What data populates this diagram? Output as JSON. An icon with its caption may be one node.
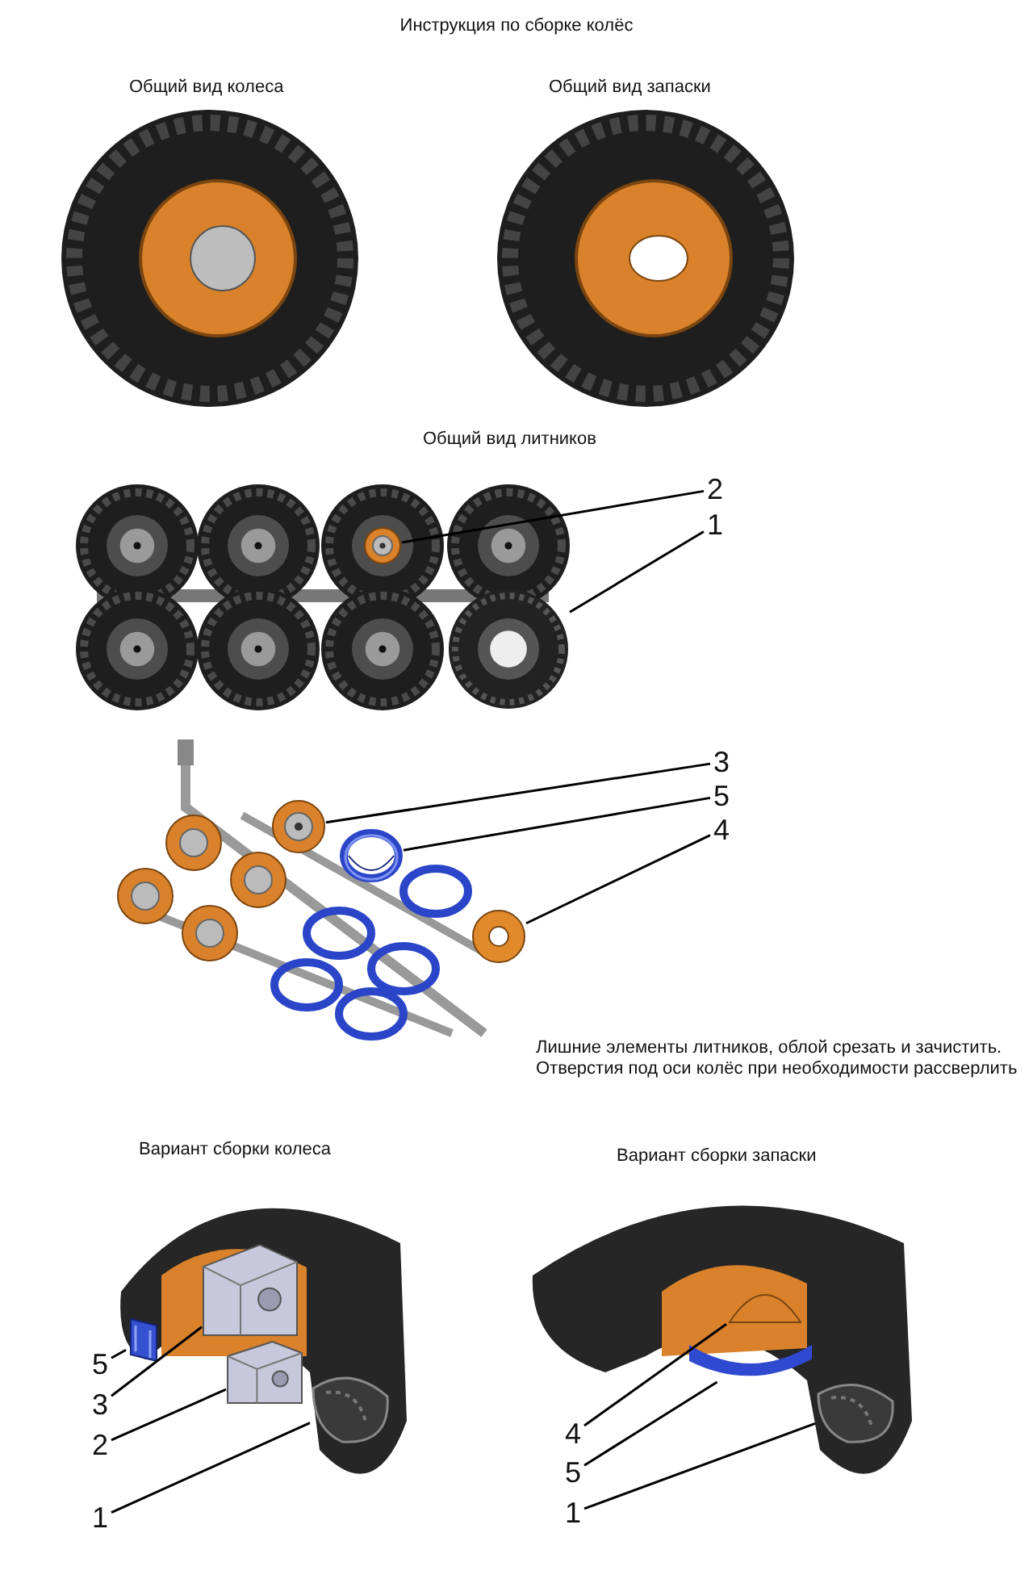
{
  "diagram": {
    "title": "Инструкция по сборке колёс",
    "nodes": [
      {
        "text": [
          "2"
        ]
      },
      {
        "text": [
          "1"
        ]
      },
      {
        "text": [],
        "shape": "picture"
      },
      {
        "text": [],
        "shape": "picture"
      },
      {
        "text": [
          "3"
        ]
      },
      {
        "text": [
          "5"
        ]
      },
      {
        "text": [
          "4"
        ]
      },
      {
        "text": [],
        "shape": "picture"
      },
      {
        "text": [],
        "shape": "picture"
      },
      {
        "text": [],
        "shape": "picture"
      },
      {
        "text": [
          "5"
        ]
      },
      {
        "text": [
          "3"
        ]
      },
      {
        "text": [
          "2"
        ]
      },
      {
        "text": [
          "1"
        ]
      },
      {
        "text": [],
        "shape": "picture"
      },
      {
        "text": [],
        "shape": "picture"
      },
      {
        "text": [],
        "shape": "picture"
      },
      {
        "text": [],
        "shape": "picture"
      },
      {
        "text": [
          "4"
        ]
      },
      {
        "text": [
          "5"
        ]
      },
      {
        "text": [
          "1"
        ]
      },
      {
        "text": [],
        "shape": "picture"
      },
      {
        "text": [],
        "shape": "picture"
      },
      {
        "text": [],
        "shape": "picture"
      }
    ],
    "edges": [
      {
        "from": 0,
        "to": 2,
        "arrow": "none"
      },
      {
        "from": 1,
        "to": 3,
        "arrow": "none"
      },
      {
        "from": 4,
        "to": 7,
        "arrow": "none"
      },
      {
        "from": 5,
        "to": 8,
        "arrow": "none"
      },
      {
        "from": 6,
        "to": 9,
        "arrow": "none"
      },
      {
        "from": 10,
        "to": 14,
        "arrow": "none"
      },
      {
        "from": 11,
        "to": 15,
        "arrow": "none"
      },
      {
        "from": 12,
        "to": 16,
        "arrow": "none"
      },
      {
        "from": 13,
        "to": 17,
        "arrow": "none"
      },
      {
        "from": 18,
        "to": 21,
        "arrow": "none"
      },
      {
        "from": 19,
        "to": 22,
        "arrow": "none"
      },
      {
        "from": 20,
        "to": 23,
        "arrow": "none"
      }
    ],
    "labels": [
      "Общий вид колеса",
      "Общий вид запаски",
      "Общий вид литников",
      "Лишние элементы литников, облой срезать и зачистить.",
      "Отверстия под оси колёс при необходимости рассверлить",
      "Вариант сборки колеса",
      "Вариант сборки запаски"
    ]
  }
}
